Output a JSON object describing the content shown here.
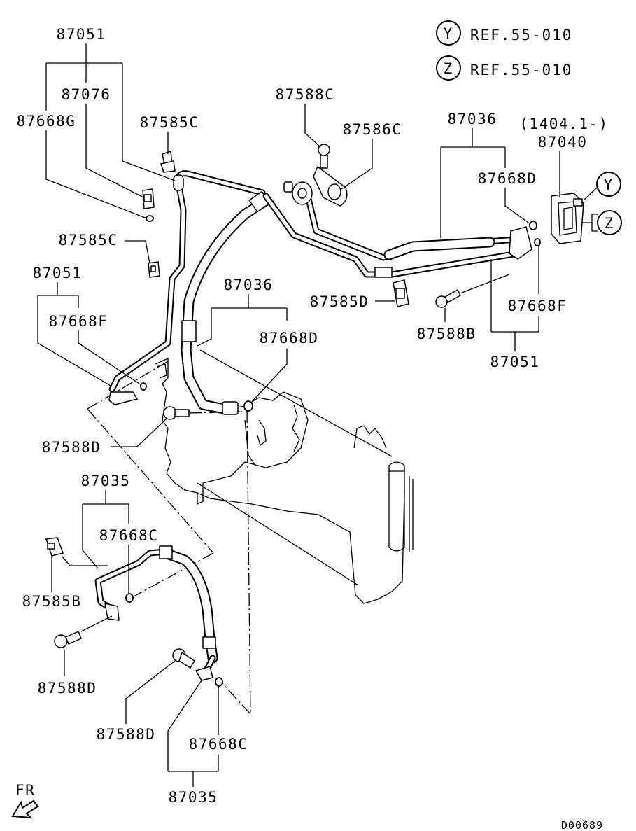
{
  "refs": [
    {
      "letter": "Y",
      "text": "REF.55-010"
    },
    {
      "letter": "Z",
      "text": "REF.55-010"
    }
  ],
  "callouts": {
    "y": "Y",
    "z": "Z"
  },
  "labels": {
    "p87051_top": "87051",
    "p87076": "87076",
    "p87668g": "87668G",
    "p87585c_top": "87585C",
    "p87588c": "87588C",
    "p87586c": "87586C",
    "p87036_top": "87036",
    "date_range": "(1404.1-)",
    "p87040": "87040",
    "p87668d_right": "87668D",
    "p87585c_mid": "87585C",
    "p87051_left": "87051",
    "p87668f_left": "87668F",
    "p87036_mid": "87036",
    "p87668d_mid": "87668D",
    "p87585d": "87585D",
    "p87668f_right": "87668F",
    "p87588b": "87588B",
    "p87051_right": "87051",
    "p87588d_mid": "87588D",
    "p87035_top": "87035",
    "p87668c_top": "87668C",
    "p87585b": "87585B",
    "p87588d_low": "87588D",
    "p87588d_bot": "87588D",
    "p87668c_bot": "87668C",
    "p87035_bot": "87035",
    "fr": "FR",
    "drawing_id": "D00689"
  }
}
